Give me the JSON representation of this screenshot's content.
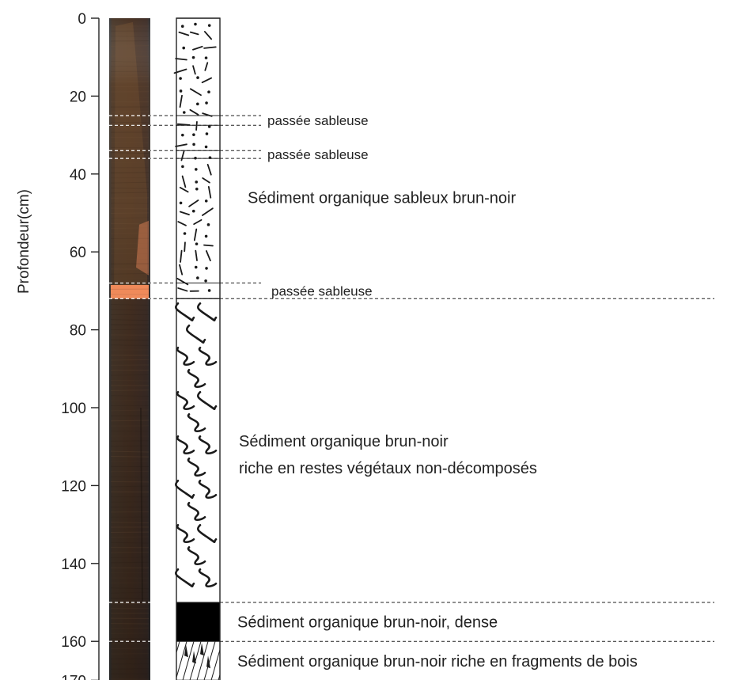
{
  "axis": {
    "title": "Profondeur(cm)",
    "min": 0,
    "max": 170,
    "ticks": [
      0,
      20,
      40,
      60,
      80,
      100,
      120,
      140,
      160,
      170
    ]
  },
  "colors": {
    "core_dark": "#2e2117",
    "core_brown": "#4a3324",
    "sand_orange": "#f08a5a",
    "symbol": "#1a1a1a",
    "dense": "#000000"
  },
  "units": [
    {
      "from": 0,
      "to": 72,
      "pattern": "dashes-dots",
      "label_lines": [
        "Sédiment organique sableux brun-noir"
      ],
      "label_depth": 46
    },
    {
      "from": 72,
      "to": 150,
      "pattern": "wavy",
      "label_lines": [
        "Sédiment organique brun-noir",
        "riche en restes végétaux non-décomposés"
      ],
      "label_depth": 112
    },
    {
      "from": 150,
      "to": 160,
      "pattern": "solid-black",
      "label_lines": [
        "Sédiment organique brun-noir, dense"
      ],
      "label_depth": 155
    },
    {
      "from": 160,
      "to": 170,
      "pattern": "wood-fragments",
      "label_lines": [
        "Sédiment organique brun-noir riche en fragments de bois"
      ],
      "label_depth": 165
    }
  ],
  "sand_layers": [
    {
      "from": 25,
      "to": 27.5,
      "label": "passée sableuse"
    },
    {
      "from": 34,
      "to": 36,
      "label": "passée sableuse"
    },
    {
      "from": 68,
      "to": 72,
      "label": "passée sableuse"
    }
  ]
}
